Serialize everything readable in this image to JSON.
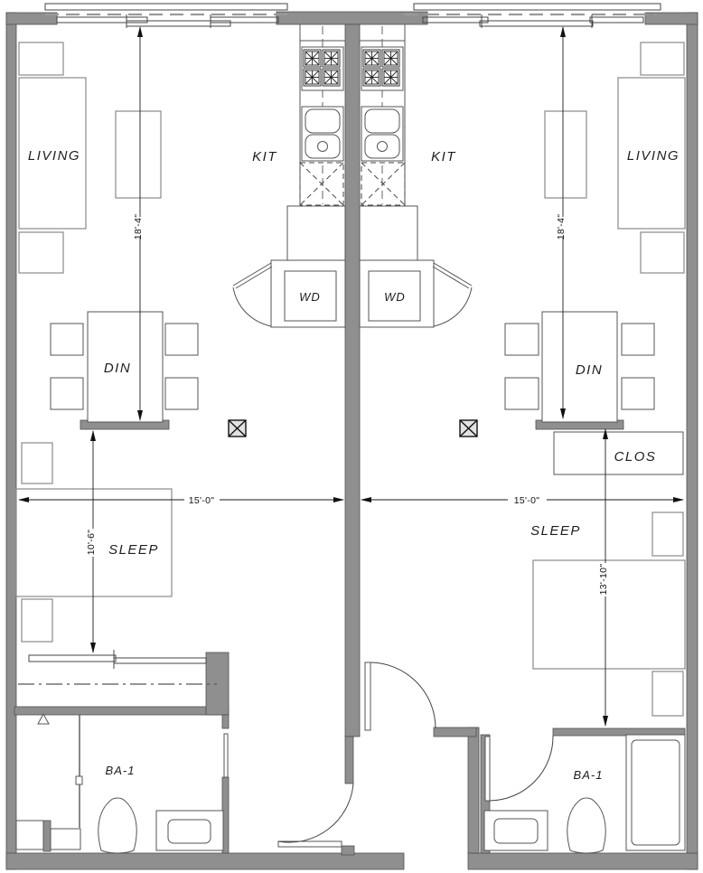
{
  "drawing_type": "apartment-floor-plan",
  "colors": {
    "wall_fill": "#8f8f8f",
    "line": "#444444",
    "furniture_line": "#8a8a8a",
    "background": "#ffffff"
  },
  "units": {
    "left": {
      "labels": {
        "living": "LIVING",
        "kitchen": "KIT",
        "dining": "DIN",
        "sleep": "SLEEP",
        "bath": "BA-1",
        "washer_dryer": "WD"
      },
      "dimensions": {
        "depth": "18'-4\"",
        "width": "15'-0\"",
        "sleep_depth": "10'-6\""
      }
    },
    "right": {
      "labels": {
        "living": "LIVING",
        "kitchen": "KIT",
        "dining": "DIN",
        "sleep": "SLEEP",
        "closet": "CLOS",
        "bath": "BA-1",
        "washer_dryer": "WD"
      },
      "dimensions": {
        "depth": "18'-4\"",
        "width": "15'-0\"",
        "sleep_depth": "13'-10\""
      }
    }
  }
}
